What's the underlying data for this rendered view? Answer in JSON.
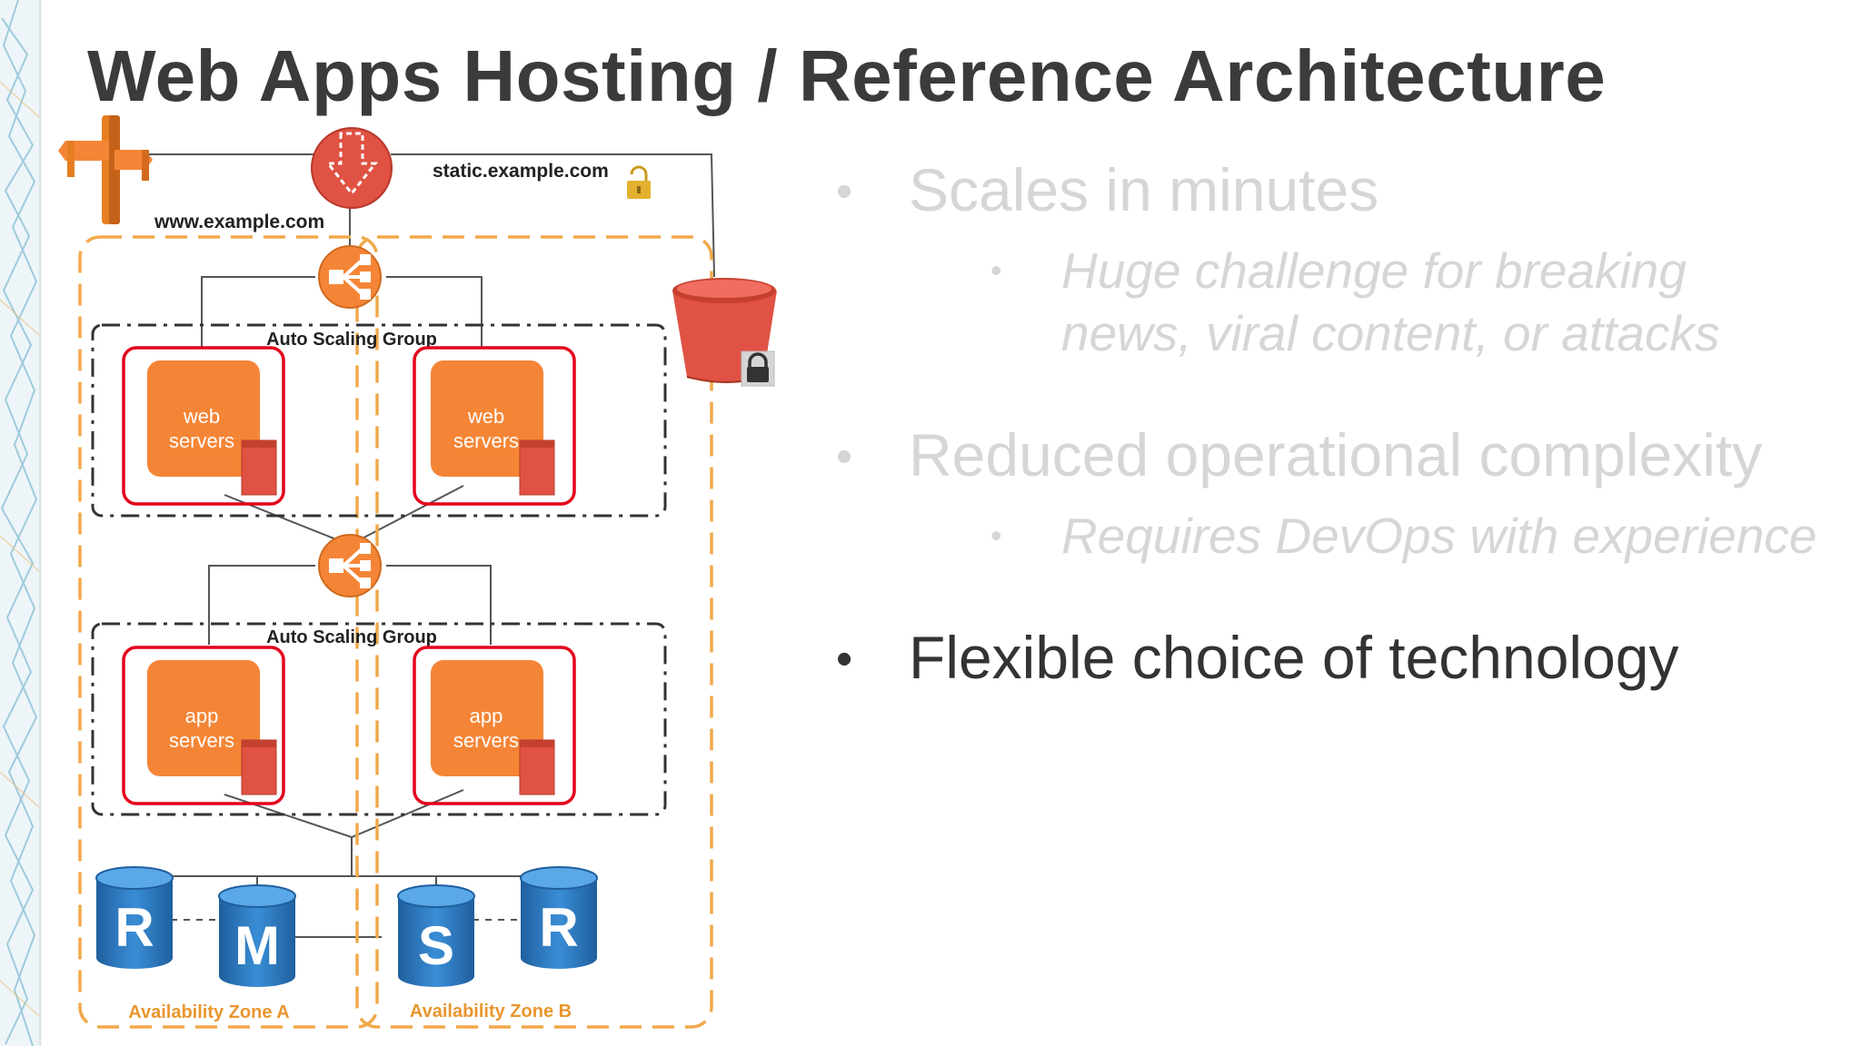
{
  "slide": {
    "title": "Web Apps Hosting / Reference Architecture"
  },
  "diagram": {
    "www_domain": "www.example.com",
    "static_domain": "static.example.com",
    "asg_label": "Auto Scaling Group",
    "web_label_line1": "web",
    "web_label_line2": "servers",
    "app_label_line1": "app",
    "app_label_line2": "servers",
    "db_letters": [
      "R",
      "M",
      "S",
      "R"
    ],
    "zone_a_label": "Availability Zone A",
    "zone_b_label": "Availability Zone B"
  },
  "bullets": [
    {
      "text": "Scales in minutes",
      "state": "faded",
      "sub": [
        {
          "lines": [
            "Huge challenge for breaking",
            "news, viral content, or attacks"
          ]
        }
      ]
    },
    {
      "text": "Reduced operational complexity",
      "state": "faded",
      "sub": [
        {
          "lines": [
            "Requires DevOps with experience"
          ]
        }
      ]
    },
    {
      "text": "Flexible choice of technology",
      "state": "active",
      "sub": []
    }
  ],
  "colors": {
    "title": "#3b3b3b",
    "aws_orange": "#f58536",
    "aws_red": "#e05243",
    "db_blue": "#2b7bc1",
    "zone_border": "#f0a94b",
    "zone_label": "#e8962e",
    "asg_border": "#333333",
    "instance_border": "#e3001b",
    "faded_text": "#d6d6d6",
    "active_text": "#333333"
  }
}
